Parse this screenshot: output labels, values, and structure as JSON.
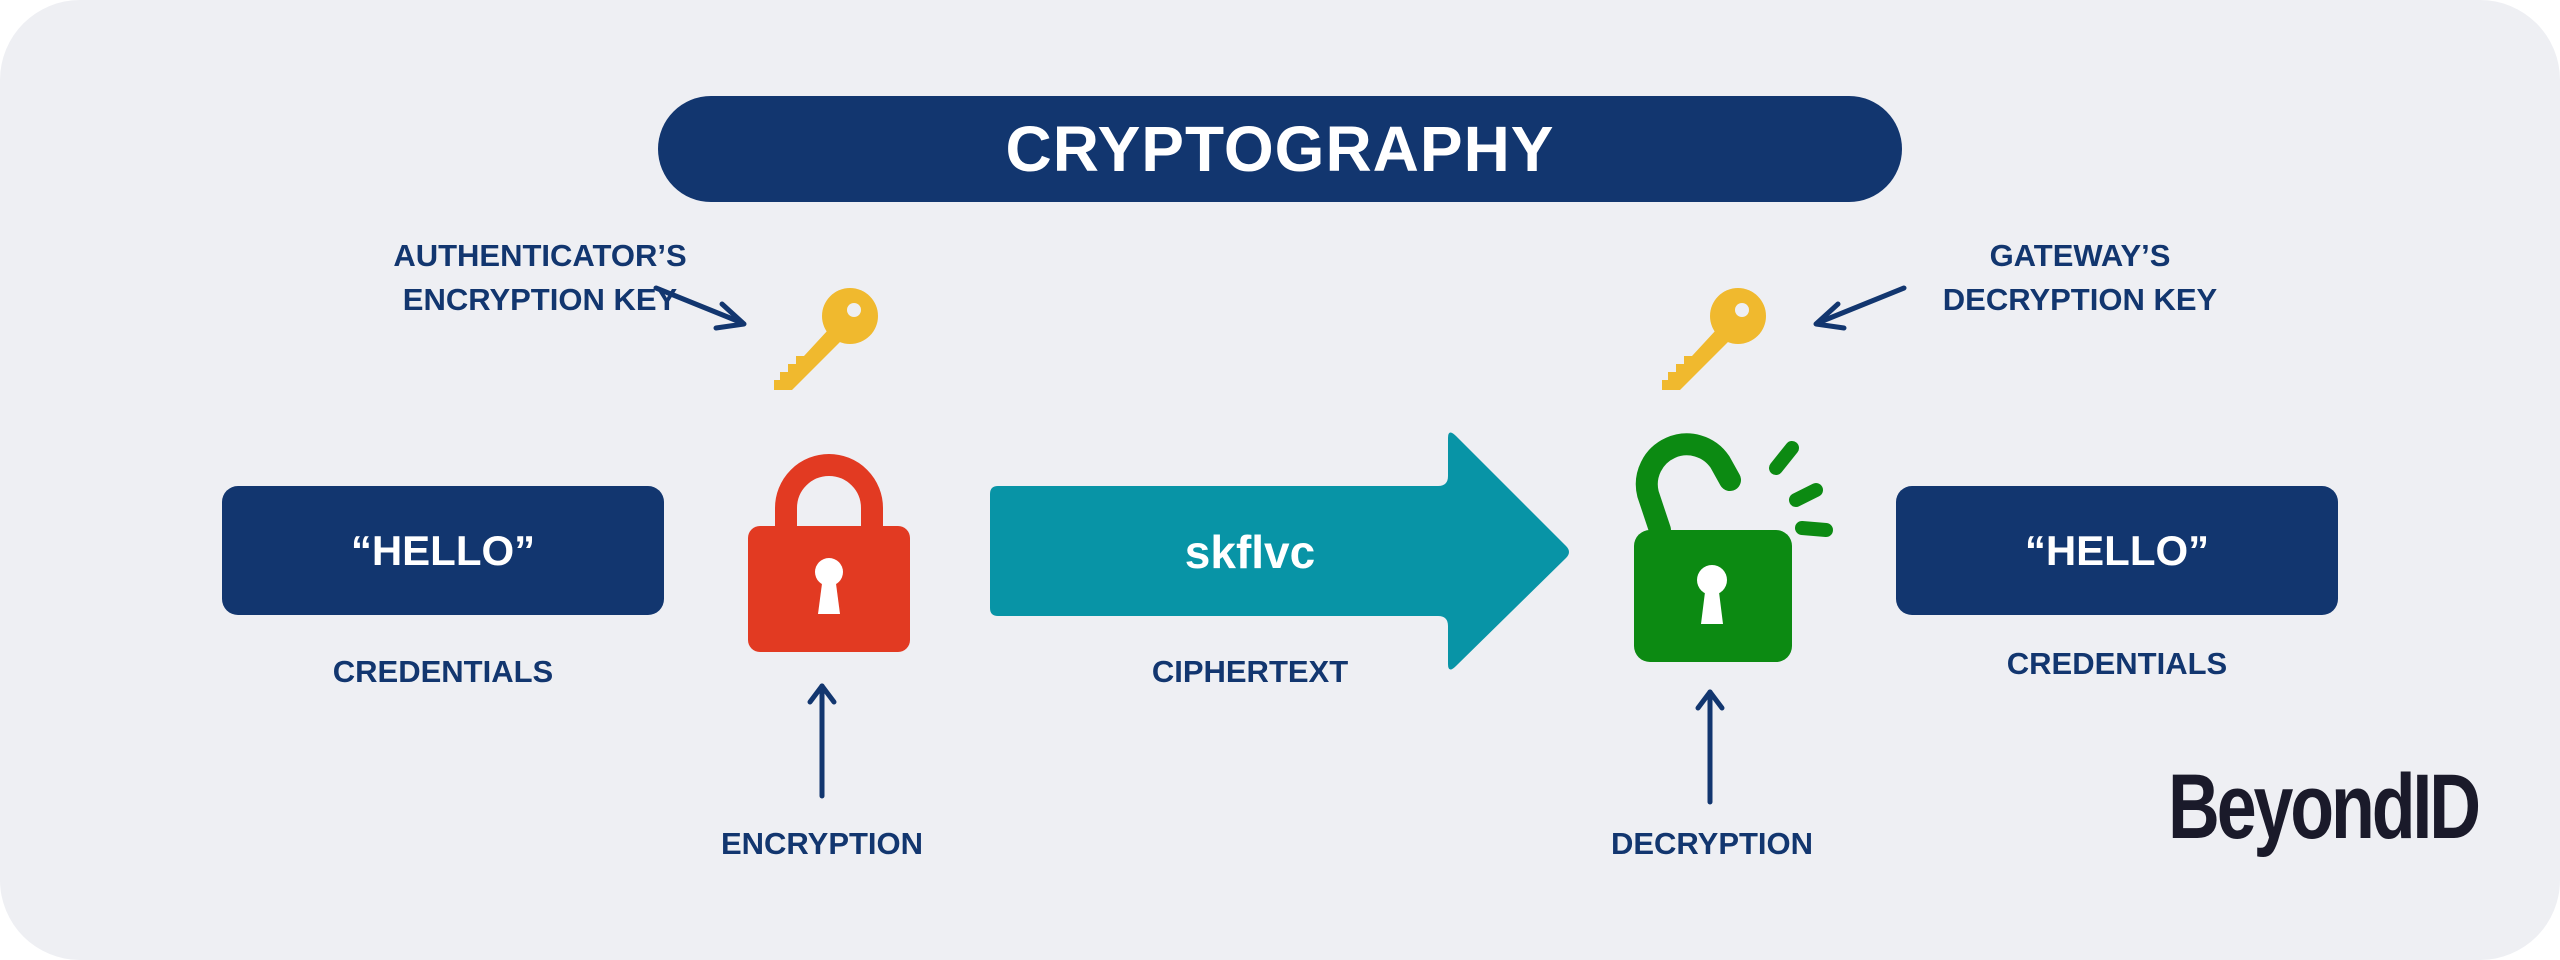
{
  "title": "CRYPTOGRAPHY",
  "labels": {
    "auth_key_line1": "AUTHENTICATOR’S",
    "auth_key_line2": "ENCRYPTION KEY",
    "gateway_key_line1": "GATEWAY’S",
    "gateway_key_line2": "DECRYPTION KEY",
    "credentials_left": "CREDENTIALS",
    "credentials_right": "CREDENTIALS",
    "ciphertext": "CIPHERTEXT",
    "encryption": "ENCRYPTION",
    "decryption": "DECRYPTION"
  },
  "boxes": {
    "left_message": "“HELLO”",
    "right_message": "“HELLO”",
    "cipher_value": "skflvc"
  },
  "brand": {
    "logo_text": "BeyondID"
  },
  "colors": {
    "navy": "#12366f",
    "background": "#eeeff3",
    "key_yellow": "#f0b92e",
    "lock_red": "#e23a22",
    "unlock_green": "#0c8a12",
    "arrow_teal": "#0894a6"
  },
  "icons": [
    "key-icon",
    "closed-lock-icon",
    "open-lock-icon",
    "right-arrow-icon",
    "up-arrow-icon"
  ]
}
